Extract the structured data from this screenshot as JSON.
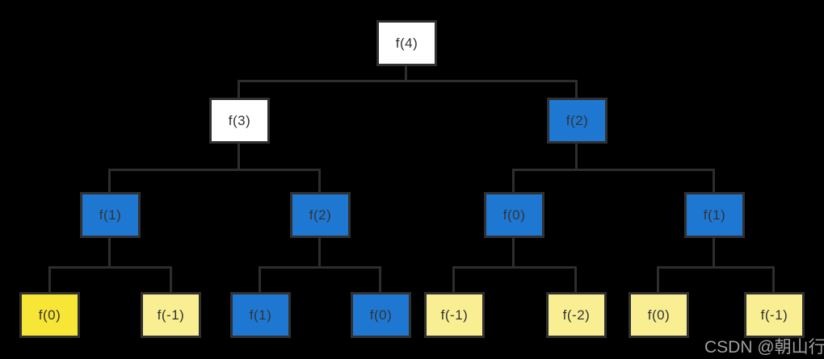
{
  "canvas": {
    "background": "#000000"
  },
  "palette": {
    "node_white": "#ffffff",
    "node_blue": "#1e78d2",
    "node_yellow_bright": "#f8e636",
    "node_yellow_pale": "#f9ef92",
    "node_border": "#303030",
    "connector": "#2d2d2d",
    "node_text": "#333333",
    "watermark": "#a0a0a0"
  },
  "tree": {
    "nodes": [
      {
        "label": "f(4)",
        "fill": "#ffffff"
      },
      {
        "label": "f(3)",
        "fill": "#ffffff"
      },
      {
        "label": "f(2)",
        "fill": "#1e78d2"
      },
      {
        "label": "f(1)",
        "fill": "#1e78d2"
      },
      {
        "label": "f(2)",
        "fill": "#1e78d2"
      },
      {
        "label": "f(0)",
        "fill": "#1e78d2"
      },
      {
        "label": "f(1)",
        "fill": "#1e78d2"
      },
      {
        "label": "f(0)",
        "fill": "#f8e636"
      },
      {
        "label": "f(-1)",
        "fill": "#f9ef92"
      },
      {
        "label": "f(1)",
        "fill": "#1e78d2"
      },
      {
        "label": "f(0)",
        "fill": "#1e78d2"
      },
      {
        "label": "f(-1)",
        "fill": "#f9ef92"
      },
      {
        "label": "f(-2)",
        "fill": "#f9ef92"
      },
      {
        "label": "f(0)",
        "fill": "#f9ef92"
      },
      {
        "label": "f(-1)",
        "fill": "#f9ef92"
      }
    ]
  },
  "watermark": {
    "text": "CSDN @朝山行",
    "color": "#a0a0a0"
  }
}
